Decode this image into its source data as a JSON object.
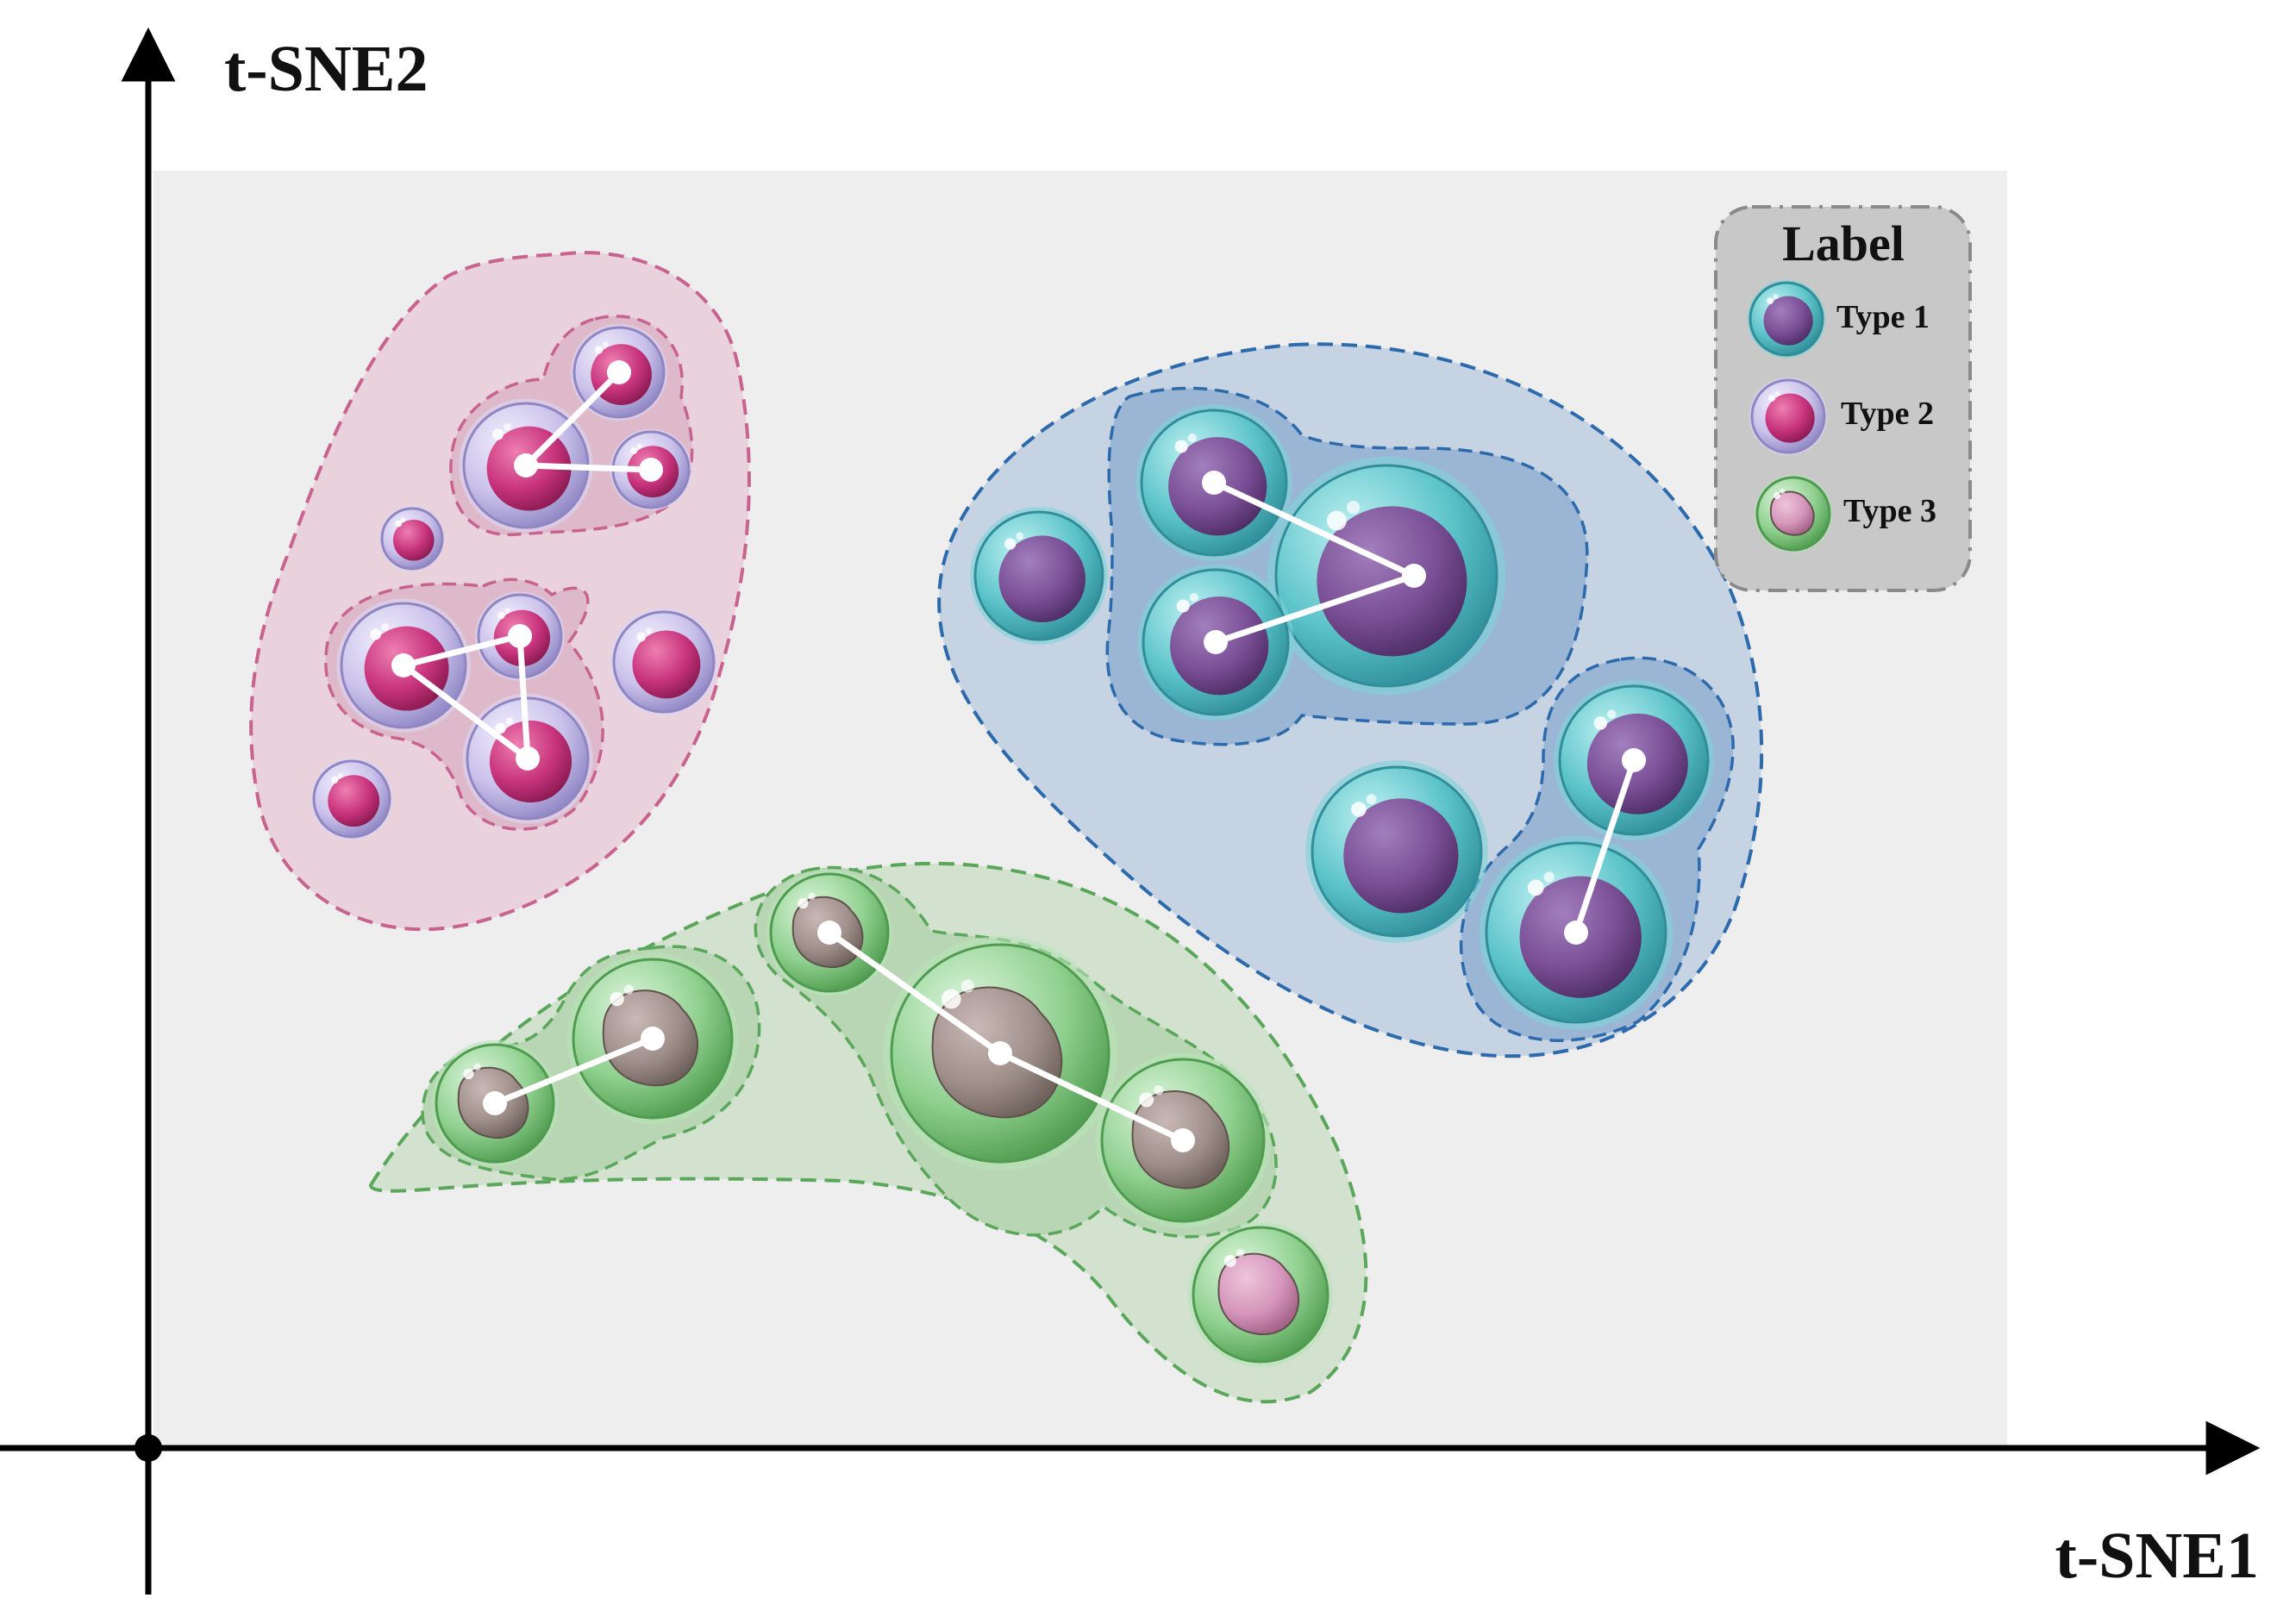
{
  "axes": {
    "x_label": "t-SNE1",
    "y_label": "t-SNE2"
  },
  "legend": {
    "title": "Label",
    "items": [
      {
        "label": "Type 1",
        "type": "type1"
      },
      {
        "label": "Type 2",
        "type": "type2"
      },
      {
        "label": "Type 3",
        "type": "type3"
      }
    ]
  },
  "colors": {
    "plot_background": "#eeeeee",
    "legend_background": "#c8c8c8",
    "pink_cluster": "#c8638f",
    "blue_cluster": "#2c6aac",
    "green_cluster": "#5aa65a",
    "type1_cytoplasm": "#5bc3c9",
    "type1_nucleus": "#7a4f96",
    "type2_cytoplasm": "#c9c1ea",
    "type2_nucleus": "#c8347d",
    "type3_cytoplasm": "#8fd08f",
    "type3_nucleus": "#a08c8a",
    "link_line": "#ffffff"
  }
}
